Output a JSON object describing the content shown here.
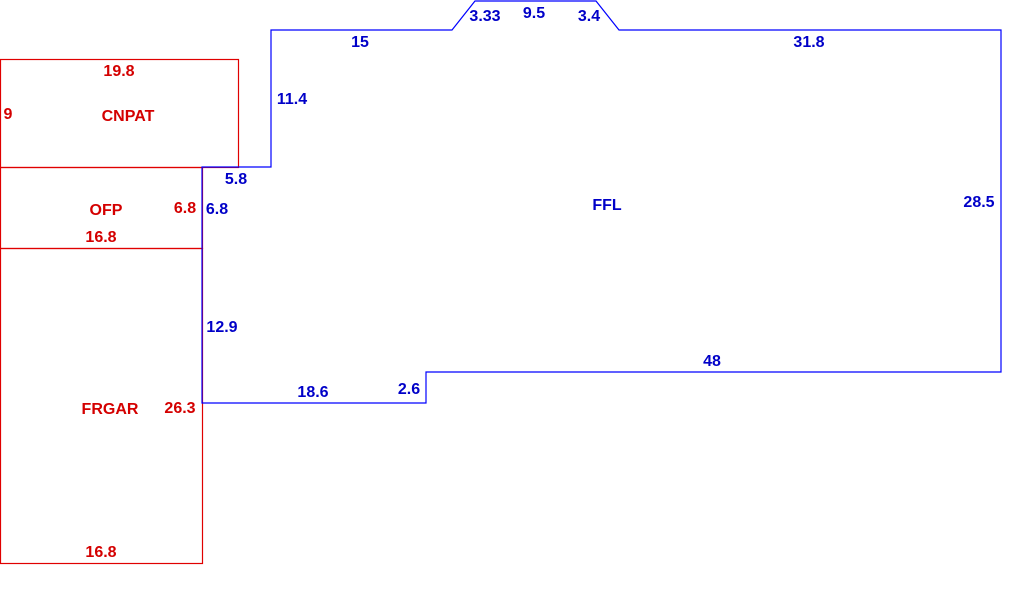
{
  "colors": {
    "main_structure": "#0000ff",
    "attached_structures": "#e00000",
    "main_text": "#0000c8",
    "attached_text": "#d40000"
  },
  "areas": {
    "ffl": {
      "label": "FFL",
      "dimensions": {
        "top_left": "15",
        "bevel_left": "3.33",
        "top_middle": "9.5",
        "bevel_right": "3.4",
        "top_right": "31.8",
        "right": "28.5",
        "bottom_right": "48",
        "step": "2.6",
        "bottom_left": "18.6",
        "left_lower": "12.9",
        "left_upper": "6.8",
        "notch_horizontal": "5.8",
        "notch_vertical": "11.4"
      }
    },
    "cnpat": {
      "label": "CNPAT",
      "dimensions": {
        "top": "19.8",
        "left": "9"
      }
    },
    "ofp": {
      "label": "OFP",
      "dimensions": {
        "right": "6.8",
        "bottom": "16.8"
      }
    },
    "frgar": {
      "label": "FRGAR",
      "dimensions": {
        "right": "26.3",
        "bottom": "16.8"
      }
    }
  }
}
